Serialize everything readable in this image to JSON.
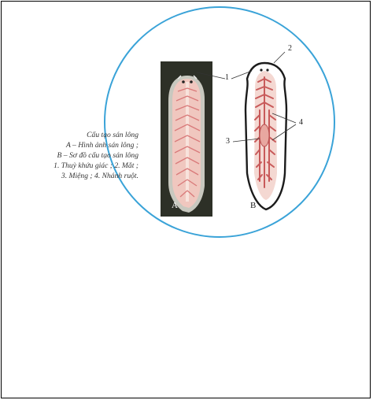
{
  "caption": {
    "line1": "Cấu tạo sán lông",
    "line2": "A – Hình ảnh sán lông ;",
    "line3": "B – Sơ đồ cấu tạo sán lông",
    "line4": "1. Thuỳ khứu giác ; 2. Mắt ;",
    "line5": "3. Miệng ; 4. Nhánh ruột."
  },
  "figure": {
    "panel_a_letter": "A",
    "panel_b_letter": "B",
    "labels": [
      "1",
      "2",
      "3",
      "4"
    ]
  },
  "colors": {
    "circle": "#3aa3d8",
    "photo_bg": "#2d3027",
    "worm_body": "#f0c7bf",
    "gut": "#d97a7a"
  }
}
